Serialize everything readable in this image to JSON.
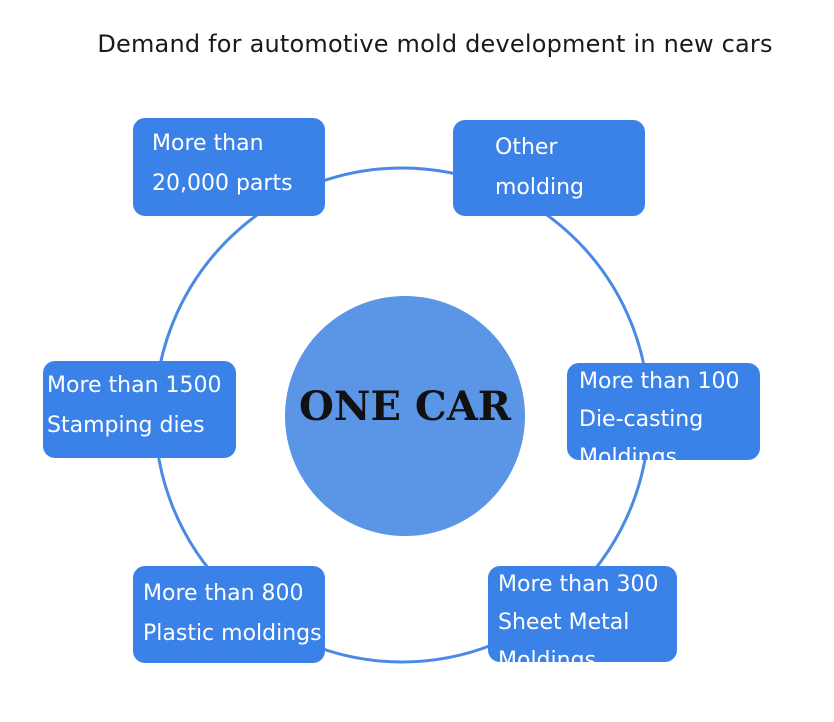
{
  "title": "Demand for automotive mold development in new cars",
  "center": {
    "label": "ONE CAR"
  },
  "nodes": {
    "top_left": {
      "line1": "More than",
      "line2": "20,000 parts",
      "line3": ""
    },
    "top_right": {
      "line1": "Other",
      "line2": "molding",
      "line3": ""
    },
    "mid_left": {
      "line1": "More than 1500",
      "line2": "Stamping dies",
      "line3": ""
    },
    "mid_right": {
      "line1": "More than 100",
      "line2": "Die-casting",
      "line3": "Moldings"
    },
    "bottom_left": {
      "line1": "More than 800",
      "line2": "Plastic moldings",
      "line3": ""
    },
    "bottom_right": {
      "line1": "More than 300",
      "line2": "Sheet Metal",
      "line3": "Moldings"
    }
  },
  "colors": {
    "node_fill": "#3b82e8",
    "center_fill": "#5b95e6",
    "ring_stroke": "#4a8ae6",
    "title_text": "#1a1a1a"
  }
}
